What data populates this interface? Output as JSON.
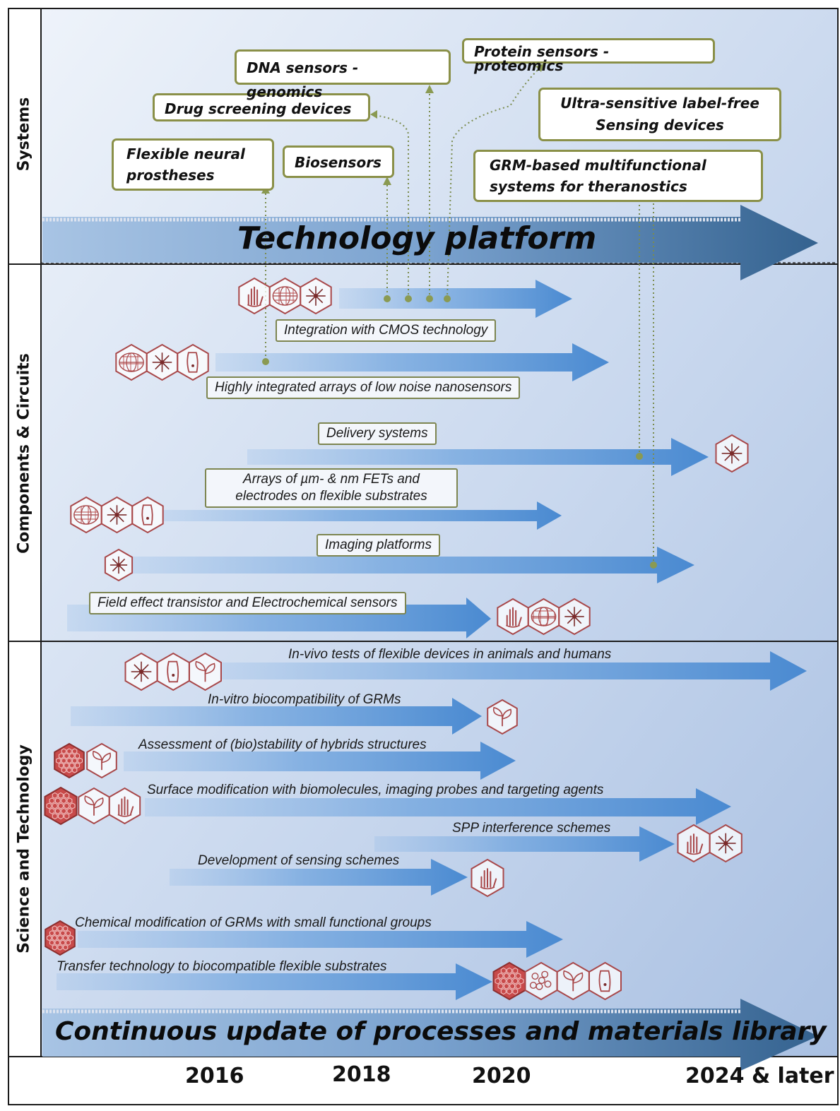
{
  "row_labels": {
    "systems": "Systems",
    "components": "Components & Circuits",
    "science": "Science and Technology"
  },
  "systems": {
    "platform_title": "Technology platform",
    "boxes": [
      {
        "id": "flex",
        "text": "Flexible neural prostheses"
      },
      {
        "id": "drug",
        "text": "Drug screening devices"
      },
      {
        "id": "dna",
        "text": "DNA sensors - genomics"
      },
      {
        "id": "biosensors",
        "text": "Biosensors"
      },
      {
        "id": "protein",
        "text": "Protein sensors  - proteomics"
      },
      {
        "id": "ultra",
        "text": "Ultra-sensitive label-free Sensing devices"
      },
      {
        "id": "grm",
        "text": "GRM-based multifunctional systems for theranostics"
      }
    ]
  },
  "components": {
    "items": [
      {
        "id": "cmos",
        "text": "Integration with CMOS technology"
      },
      {
        "id": "arrays",
        "text": "Highly integrated arrays of  low noise nanosensors"
      },
      {
        "id": "delivery",
        "text": "Delivery systems"
      },
      {
        "id": "fets",
        "text": "Arrays of µm- & nm FETs and electrodes on flexible substrates"
      },
      {
        "id": "imaging",
        "text": "Imaging platforms"
      },
      {
        "id": "fet",
        "text": "Field effect transistor and Electrochemical sensors"
      }
    ]
  },
  "science": {
    "items": [
      {
        "id": "invivo",
        "text": "In-vivo tests of flexible devices in animals and humans"
      },
      {
        "id": "invitro",
        "text": "In-vitro biocompatibility of GRMs"
      },
      {
        "id": "assess",
        "text": "Assessment of (bio)stability of hybrids structures"
      },
      {
        "id": "surface",
        "text": "Surface modification with biomolecules, imaging probes and targeting agents"
      },
      {
        "id": "spp",
        "text": "SPP interference schemes"
      },
      {
        "id": "dev",
        "text": "Development of sensing schemes"
      },
      {
        "id": "chem",
        "text": "Chemical modification of GRMs with small functional groups"
      },
      {
        "id": "transfer",
        "text": "Transfer technology to biocompatible flexible substrates"
      }
    ],
    "platform_title": "Continuous update of processes and materials library"
  },
  "years": [
    "2016",
    "2018",
    "2020",
    "2024 & later"
  ],
  "colors": {
    "band_bg": "#b7cbe6",
    "arrow_light": "#5d97d6",
    "arrow_dark": "#3f6d9c",
    "box_border": "#8a9048",
    "connector": "#7b8c4e",
    "hex_stroke": "#a8484a",
    "graphene_fill": "#c84a4a"
  },
  "icons": {
    "hand": "hand-icon",
    "mesh": "mesh-sphere-icon",
    "neuron": "neuron-star-icon",
    "cell": "cell-icon",
    "plant": "plant-leaf-icon",
    "graphene": "graphene-flake-icon",
    "cluster": "cell-cluster-icon"
  }
}
